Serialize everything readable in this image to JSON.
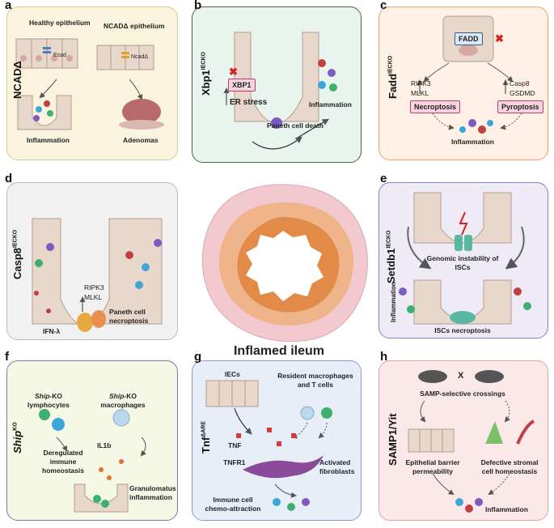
{
  "center": {
    "title": "Inflamed ileum"
  },
  "panel_a": {
    "letter": "a",
    "model": "NCADΔ",
    "healthy": "Healthy epithelium",
    "ncad": "NCADΔ epithelium",
    "ecad": "Ecad",
    "ncad_label": "NcadΔ",
    "inflammation": "Inflammation",
    "adenomas": "Adenomas"
  },
  "panel_b": {
    "letter": "b",
    "model_base": "Xbp1",
    "model_sup": "IECKO",
    "xbp1": "XBP1",
    "er_stress": "ER stress",
    "paneth": "Paneth cell death",
    "inflammation": "Inflammation"
  },
  "panel_c": {
    "letter": "c",
    "model_base": "Fadd",
    "model_sup": "IECKO",
    "fadd": "FADD",
    "ripk3": "RIPK3",
    "mlkl": "MLKL",
    "casp8": "Casp8",
    "gsdmd": "GSDMD",
    "necroptosis": "Necroptosis",
    "pyroptosis": "Pyroptosis",
    "inflammation": "Inflammation"
  },
  "panel_d": {
    "letter": "d",
    "model_base": "Casp8",
    "model_sup": "IECKO",
    "ripk3": "RIPK3",
    "mlkl": "MLKL",
    "ifn": "IFN-λ",
    "paneth1": "Paneth cell",
    "paneth2": "necroptosis"
  },
  "panel_e": {
    "letter": "e",
    "model_base": "Setdb1",
    "model_sup": "IECKO",
    "genomic1": "Genomic instability of",
    "genomic2": "ISCs",
    "inflammation": "Inflammation",
    "iscs": "ISCs necroptosis"
  },
  "panel_f": {
    "letter": "f",
    "model_base": "Ship",
    "model_sup": "KO",
    "ship_ko": "Ship",
    "ko": "-KO",
    "lymph": "lymphocytes",
    "macro": "macrophages",
    "dereg1": "Deregulated",
    "dereg2": "immune",
    "dereg3": "homeostasis",
    "il1b": "IL1b",
    "gran1": "Granulomatus",
    "gran2": "inflammation"
  },
  "panel_g": {
    "letter": "g",
    "model_base": "Tnf",
    "model_sup": "ΔARE",
    "iecs": "IECs",
    "resident1": "Resident macrophages",
    "resident2": "and T cells",
    "tnf": "TNF",
    "tnfr1": "TNFR1",
    "fib1": "Activated",
    "fib2": "fibroblasts",
    "immune1": "Immune cell",
    "immune2": "chemo-attraction"
  },
  "panel_h": {
    "letter": "h",
    "model": "SAMP1/Yit",
    "x": "X",
    "crossings": "SAMP-selective crossings",
    "epi1": "Epithelial barrier",
    "epi2": "permeability",
    "stromal1": "Defective stromal",
    "stromal2": "cell homeostasis",
    "inflammation": "Inflammation"
  },
  "colors": {
    "a_bg": "#faf4df",
    "a_border": "#d9c88f",
    "b_bg": "#e9f4ee",
    "b_border": "#3d6b3d",
    "c_bg": "#fff1e6",
    "c_border": "#f0a070",
    "d_bg": "#f1f1f1",
    "d_border": "#bbbbbb",
    "e_bg": "#eeeaf6",
    "e_border": "#8f7bbf",
    "f_bg": "#f6f8e6",
    "f_border": "#8a6fb0",
    "g_bg": "#e8eef8",
    "g_border": "#8a9ccc",
    "h_bg": "#fbe9e9",
    "h_border": "#e0a0a0",
    "epithelium": "#e8d8cc",
    "ring_outer": "#f2c9cf",
    "ring_mid": "#f0b48a",
    "ring_inner": "#e28b49"
  }
}
